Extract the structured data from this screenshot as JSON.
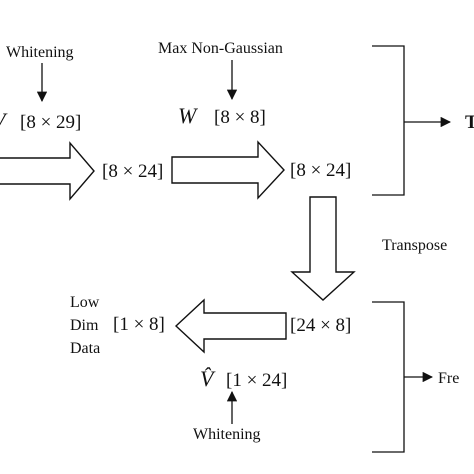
{
  "diagram": {
    "top_row": {
      "whitening_label": "Whitening",
      "input_var": "V",
      "input_dims": "[8 × 29]",
      "mid_dims": "[8 × 24]",
      "max_ng_label": "Max Non-Gaussian",
      "w_var": "W",
      "w_dims": "[8 × 8]",
      "out_dims": "[8 × 24]",
      "right_output_label": "T"
    },
    "transpose_label": "Transpose",
    "bottom_row": {
      "transposed_dims": "[24 × 8]",
      "low_dim_lines": [
        "Low",
        "Dim",
        "Data"
      ],
      "low_dim_dims": "[1 × 8]",
      "vhat_var": "V̂",
      "vhat_dims": "[1 × 24]",
      "whitening_label": "Whitening",
      "right_output_label": "Fre"
    }
  }
}
